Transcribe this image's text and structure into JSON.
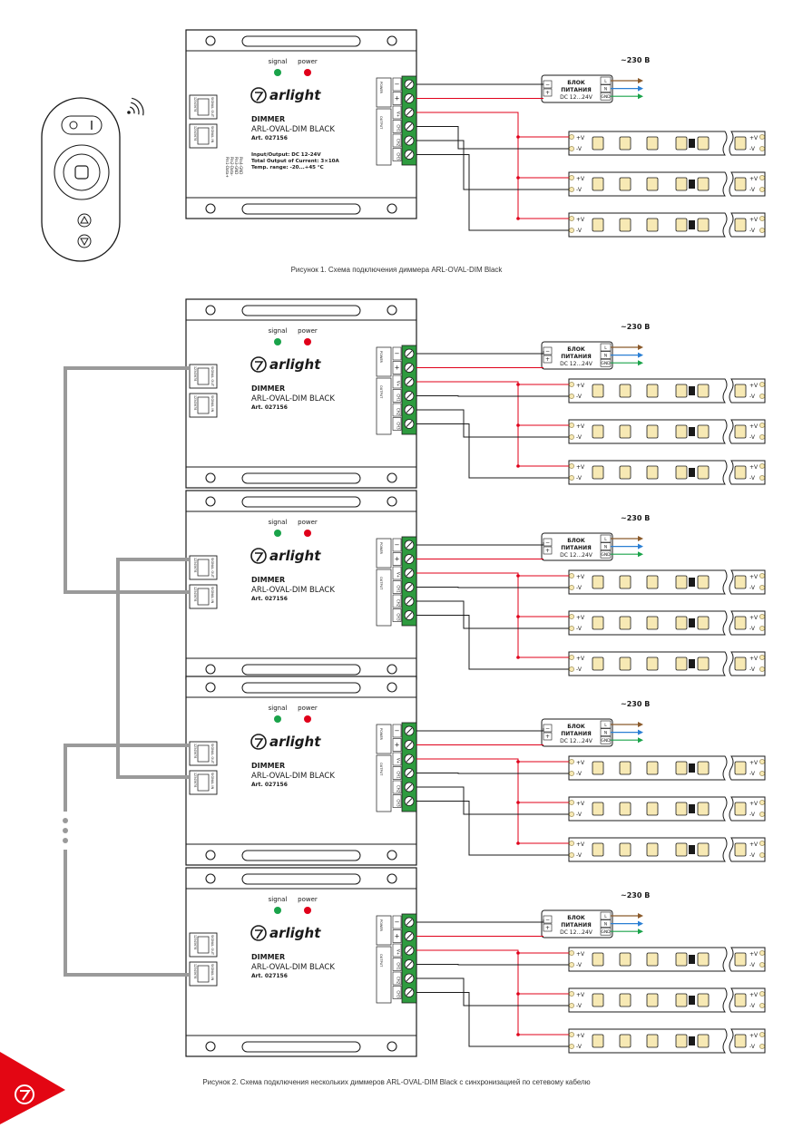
{
  "remote": {
    "wifi_icon": "wireless-signal-icon",
    "buttons": [
      "power-toggle",
      "center-button",
      "up-arrow",
      "down-arrow"
    ]
  },
  "dimmer": {
    "signal_led": "signal",
    "power_led": "power",
    "brand": "arlight",
    "title": "DIMMER",
    "model": "ARL-OVAL-DIM BLACK",
    "art": "Art. 027156",
    "spec_io": "Input/Output: DC 12-24V",
    "spec_current": "Total Output of Current: 3×10A",
    "spec_temp": "Temp. range: -20...+45 °C",
    "rj_label_out": "SIGNAL OUT",
    "rj_label_in": "SIGNAL IN",
    "pin_numbers": "12345678",
    "pinout": [
      "Pin1-Data+",
      "Pin2-Data-",
      "Pin3-GND",
      "Pin4-GND"
    ],
    "term_power": "POWER",
    "term_output": "OUTPUT",
    "term_minus": "−",
    "term_plus": "+",
    "term_v": "V+",
    "term_ch": [
      "CH1",
      "CH2",
      "CH3"
    ]
  },
  "psu": {
    "mains": "~230 В",
    "label1": "БЛОК",
    "label2": "ПИТАНИЯ",
    "voltage": "DC 12...24V",
    "minus": "−",
    "plus": "+",
    "pins": [
      "L",
      "N",
      "GND"
    ]
  },
  "strip": {
    "plus": "+V",
    "minus": "-V"
  },
  "colors": {
    "wire_red": "#e0001a",
    "wire_black": "#1a1a1a",
    "mains_L": "#8b5a2b",
    "mains_N": "#2a7fd4",
    "mains_GND": "#1aa34a",
    "terminal_green": "#2e9b3f",
    "led_signal": "#1aa34a",
    "led_power": "#e0001a",
    "network_cable": "#9a9a9a",
    "led_chip": "#f7e9b4",
    "corner_logo": "#e30613"
  },
  "captions": {
    "fig1": "Рисунок 1. Схема подключения диммера ARL-OVAL-DIM Black",
    "fig2": "Рисунок 2. Схема подключения нескольких диммеров ARL-OVAL-DIM Black с синхронизацией по сетевому кабелю"
  }
}
